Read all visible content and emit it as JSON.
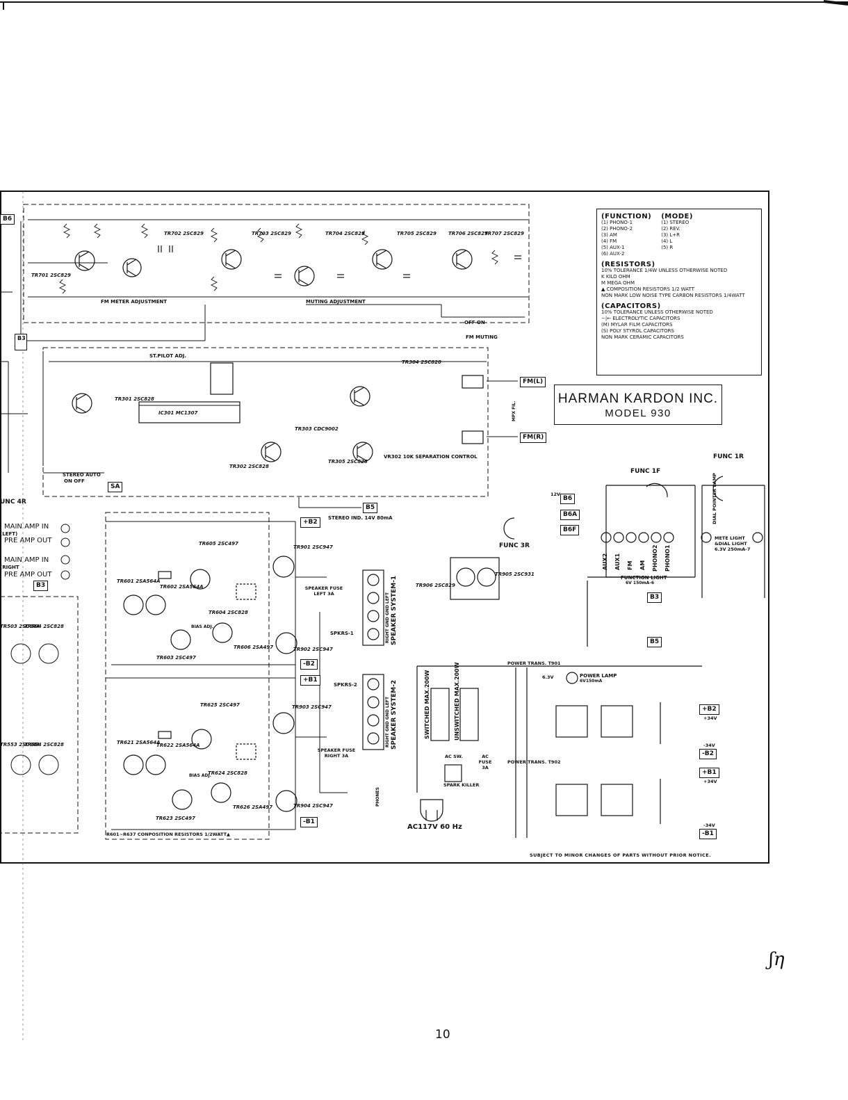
{
  "company": "HARMAN KARDON INC.",
  "model": "MODEL 930",
  "page_number": "10",
  "footer_note": "SUBJECT TO MINOR CHANGES OF PARTS WITHOUT PRIOR NOTICE.",
  "legend": {
    "function_heading": "(FUNCTION)",
    "functions": [
      "(1) PHONO-1",
      "(2) PHONO-2",
      "(3) AM",
      "(4) FM",
      "(5) AUX-1",
      "(6) AUX-2"
    ],
    "mode_heading": "(MODE)",
    "modes": [
      "(1) STEREO",
      "(2) REV.",
      "(3) L+R",
      "(4) L",
      "(5) R"
    ],
    "resistors_heading": "(RESISTORS)",
    "resistors": [
      "10% TOLERANCE 1/4W UNLESS OTHERWISE NOTED",
      "K  KILO OHM",
      "M  MEGA OHM",
      "▲  COMPOSITION RESISTORS 1/2 WATT",
      "NON MARK  LOW NOISE TYPE CARBON RESISTORS 1/4WATT"
    ],
    "capacitors_heading": "(CAPACITORS)",
    "capacitors": [
      "10% TOLERANCE UNLESS OTHERWISE NOTED",
      "−|← ELECTROLYTIC CAPACITORS",
      "(M) MYLAR FILM CAPACITORS",
      "(S) POLY STYROL CAPACITORS",
      "NON MARK  CERAMIC CAPACITORS"
    ]
  },
  "bus_tags": [
    "B6",
    "B3",
    "SA",
    "B5",
    "+B2",
    "-B2",
    "+B1",
    "-B1",
    "B6",
    "B6A",
    "B6F",
    "B3",
    "B5",
    "B3",
    "+B2",
    "-B2",
    "+B1",
    "-B1"
  ],
  "outputs": [
    "FM(L)",
    "FM(R)"
  ],
  "labels": {
    "fm_meter_adj": "FM METER ADJUSTMENT",
    "muting_adj": "MUTING ADJUSTMENT",
    "fm_muting": "FM MUTING",
    "off_on": "OFF  ON",
    "st_pilot_adj": "ST.PILOT ADJ.",
    "stereo_auto": "STEREO AUTO",
    "stereo_auto_onoff": "ON  OFF",
    "separation_control": "VR302 10K SEPARATION CONTROL",
    "stereo_ind": "STEREO IND. 14V 80mA",
    "mpx_fil": "MPX FIL.",
    "main_amp_in_l": "MAIN AMP  IN",
    "left": "(LEFT)",
    "pre_amp_out_l": "PRE  AMP OUT",
    "main_amp_in_r": "MAIN AMP  IN",
    "right": "(RIGHT",
    "pre_amp_out_r": "PRE  AMP OUT",
    "func_4r": "UNC 4R",
    "func_3r": "FUNC 3R",
    "func_1f": "FUNC 1F",
    "func_1r": "FUNC 1R",
    "function_light": "FUNCTION LIGHT",
    "function_light_spec": "6V 150mA-6",
    "meter_light": "METE LIGHT",
    "dial_light": "&DIAL LIGHT",
    "dial_light_spec": "6.3V 250mA-7",
    "dial_pointer_lamp": "DIAL POINTER LAMP",
    "speaker_system_1": "SPEAKER SYSTEM-1",
    "speaker_system_2": "SPEAKER SYSTEM-2",
    "speaker_terminals": "RIGHT GND GND LEFT",
    "spkrs_1": "SPKRS-1",
    "spkrs_2": "SPKRS-2",
    "speaker_fuse_left": "SPEAKER FUSE LEFT 3A",
    "speaker_fuse_right": "SPEAKER FUSE RIGHT 3A",
    "phones": "PHONES",
    "bias_adj": "BIAS ADJ.",
    "composition_note": "R601~R637 CONPOSITION RESISTORS 1/2WATT▲",
    "power_trans_t901": "POWER TRANS. T901",
    "power_trans_t902": "POWER TRANS. T902",
    "power_lamp": "POWER LAMP",
    "power_lamp_spec": "6V150mA",
    "switched": "SWITCHED MAX.200W",
    "unswitched": "UNSWITCHED MAX.200W",
    "ac_sw": "AC SW.",
    "ac_fuse": "AC FUSE 3A",
    "spark_killer": "SPARK KILLER",
    "ac_input": "AC117V  60 Hz",
    "plus34": "+34V",
    "minus34": "-34V",
    "v63": "6.3V",
    "v12": "12V"
  },
  "function_selector": [
    "AUX2",
    "AUX1",
    "FM",
    "AM",
    "PHONO2",
    "PHONO1"
  ],
  "transistors": [
    "TR701 2SC829",
    "TR702 2SC829",
    "TR703 2SC829",
    "TR704 2SC829",
    "TR705 2SC829",
    "TR706 2SC829",
    "TR707 2SC829",
    "TR301 2SC828",
    "TR302 2SC828",
    "TR303 CDC9002",
    "TR304 2SC828",
    "TR305 2SC828",
    "IC301 MC1307",
    "TR601 2SA564A",
    "TR602 2SA564A",
    "TR603 2SC497",
    "TR604 2SC828",
    "TR605 2SC497",
    "TR606 2SA497",
    "TR901 2SC947",
    "TR902 2SC947",
    "TR621 2SA564A",
    "TR622 2SA564A",
    "TR623 2SC497",
    "TR624 2SC828",
    "TR625 2SC497",
    "TR626 2SA497",
    "TR903 2SC947",
    "TR904 2SC947",
    "TR905 2SC931",
    "TR906 2SC829",
    "TR503 2SC644",
    "TR504 2SC828",
    "TR553 2SC644",
    "TR554 2SC828"
  ],
  "signature": "ʃη"
}
